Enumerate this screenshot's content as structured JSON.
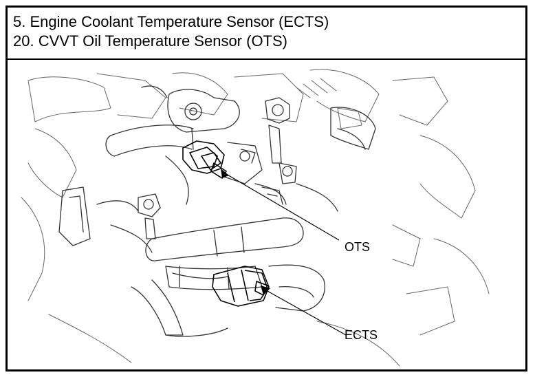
{
  "header": {
    "line1": "5. Engine Coolant Temperature Sensor (ECTS)",
    "line2": "20. CVVT Oil Temperature Sensor (OTS)"
  },
  "callouts": {
    "ots_label": "OTS",
    "ects_label": "ECTS"
  }
}
